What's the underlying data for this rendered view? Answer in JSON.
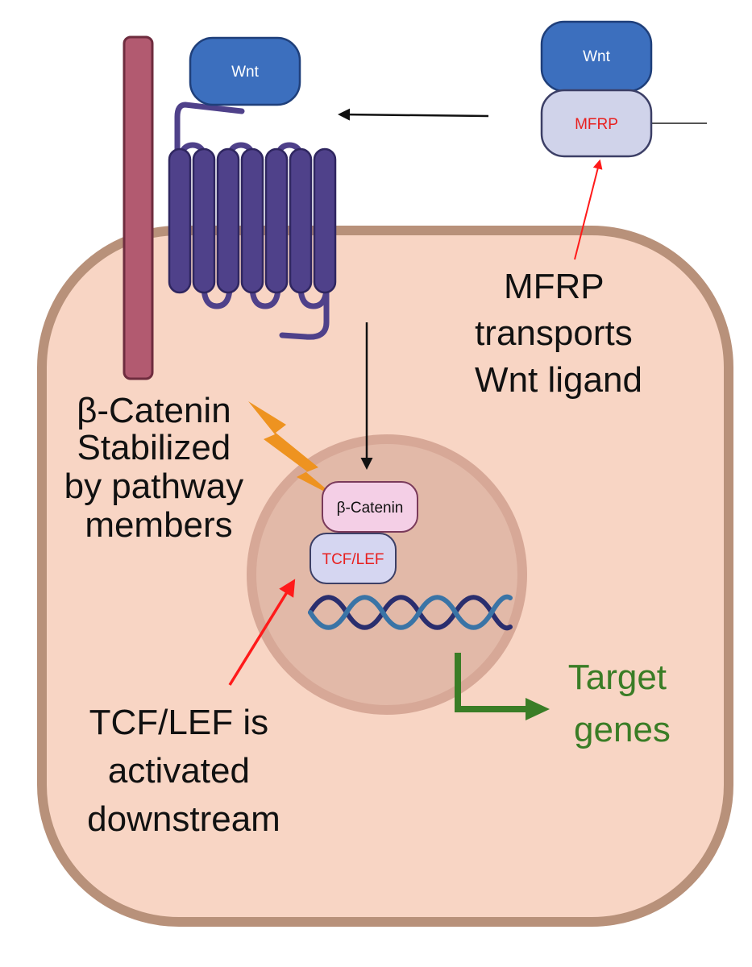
{
  "wnt_receptor_ligand": {
    "label": "Wnt"
  },
  "wnt_extracellular": {
    "label": "Wnt"
  },
  "mfrp": {
    "label": "MFRP"
  },
  "beta_catenin": {
    "label": "β-Catenin"
  },
  "tcf_lef": {
    "label": "TCF/LEF"
  },
  "annotations": {
    "mfrp_note": [
      "MFRP",
      "transports",
      "Wnt ligand"
    ],
    "beta_catenin_note": [
      "β-Catenin",
      "Stabilized",
      "by pathway",
      "members"
    ],
    "tcf_note": [
      "TCF/LEF is",
      "activated",
      "downstream"
    ],
    "target_genes": [
      "Target",
      "genes"
    ]
  },
  "colors": {
    "cell_fill": "#f8d5c4",
    "cell_border": "#b8917a",
    "nucleus_fill": "#e2b9a8",
    "nucleus_border": "#d7a897",
    "wnt_fill": "#3c6fbe",
    "receptor": "#4f418a",
    "coreceptor": "#b25a70",
    "mfrp_fill": "#d0d3ea",
    "beta_catenin_fill": "#f4cfe6",
    "tcf_fill": "#d5d6f1",
    "red_label": "#e8201f",
    "red_arrow": "#ff1a1a",
    "green": "#3a7d26",
    "lightning": "#ee9320"
  }
}
